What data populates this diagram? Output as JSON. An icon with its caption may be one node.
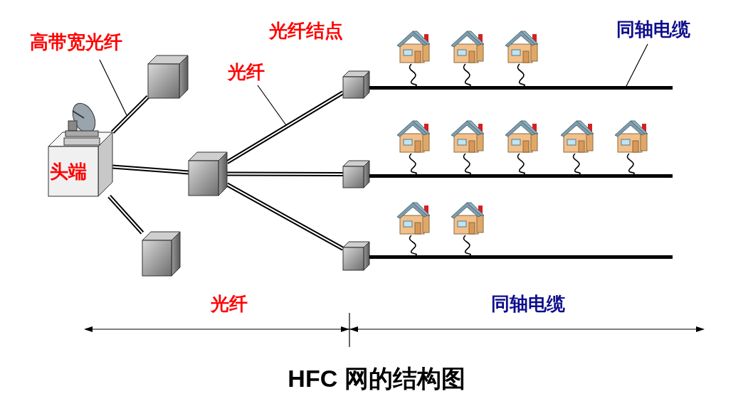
{
  "diagram": {
    "caption": "HFC 网的结构图",
    "nodes": [
      {
        "text": [
          "头端"
        ]
      },
      {
        "text": [],
        "shape": "box"
      },
      {
        "text": [],
        "shape": "box"
      },
      {
        "text": [],
        "shape": "box"
      },
      {
        "text": [],
        "shape": "box",
        "beside": [
          "光纤结点"
        ]
      },
      {
        "text": [],
        "shape": "box"
      },
      {
        "text": [],
        "shape": "box"
      },
      {
        "text": [],
        "shape": "bar"
      },
      {
        "text": [],
        "shape": "bar"
      },
      {
        "text": [],
        "shape": "bar"
      },
      {
        "text": [],
        "shape": "house"
      },
      {
        "text": [],
        "shape": "house"
      },
      {
        "text": [],
        "shape": "house"
      },
      {
        "text": [],
        "shape": "house"
      },
      {
        "text": [],
        "shape": "house"
      },
      {
        "text": [],
        "shape": "house"
      },
      {
        "text": [],
        "shape": "house"
      },
      {
        "text": [],
        "shape": "house"
      },
      {
        "text": [],
        "shape": "house"
      },
      {
        "text": [],
        "shape": "house"
      },
      {
        "text": [
          "高带宽光纤"
        ]
      },
      {
        "text": [
          "光纤"
        ]
      },
      {
        "text": [
          "同轴电缆"
        ]
      }
    ],
    "edges": [
      {
        "from": 0,
        "to": 1,
        "arrow": "none",
        "style": "thick"
      },
      {
        "from": 0,
        "to": 2,
        "arrow": "none",
        "style": "thick"
      },
      {
        "from": 0,
        "to": 3,
        "arrow": "none",
        "style": "thick"
      },
      {
        "from": 2,
        "to": 4,
        "arrow": "none",
        "style": "thick"
      },
      {
        "from": 2,
        "to": 5,
        "arrow": "none",
        "style": "thick"
      },
      {
        "from": 2,
        "to": 6,
        "arrow": "none",
        "style": "thick"
      },
      {
        "from": 10,
        "to": 7,
        "arrow": "none"
      },
      {
        "from": 11,
        "to": 7,
        "arrow": "none"
      },
      {
        "from": 12,
        "to": 7,
        "arrow": "none"
      },
      {
        "from": 13,
        "to": 8,
        "arrow": "none"
      },
      {
        "from": 14,
        "to": 8,
        "arrow": "none"
      },
      {
        "from": 15,
        "to": 8,
        "arrow": "none"
      },
      {
        "from": 16,
        "to": 8,
        "arrow": "none"
      },
      {
        "from": 17,
        "to": 8,
        "arrow": "none"
      },
      {
        "from": 18,
        "to": 9,
        "arrow": "none"
      },
      {
        "from": 19,
        "to": 9,
        "arrow": "none"
      },
      {
        "from": 20,
        "to": null,
        "arrow": "none"
      },
      {
        "from": 21,
        "to": null,
        "arrow": "none"
      },
      {
        "from": 22,
        "to": 7,
        "arrow": "none"
      }
    ],
    "labels": [
      "光纤",
      "同轴电缆"
    ]
  }
}
